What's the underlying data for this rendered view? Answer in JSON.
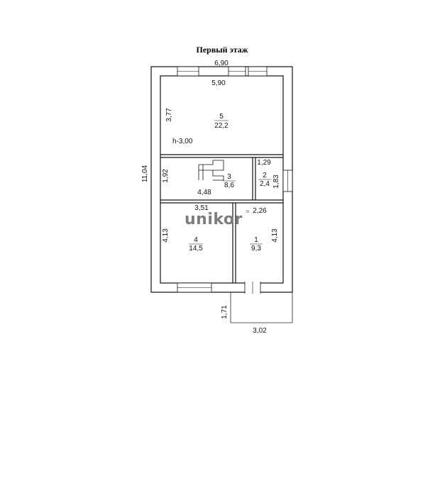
{
  "plan": {
    "title": "Первый этаж",
    "logo": "unikor",
    "ceiling_height": "h-3,00",
    "dimensions": {
      "outer_width_top": "6,90",
      "inner_width_top": "5,90",
      "outer_height_left": "11,04",
      "room5_height": "3,77",
      "room3_height": "1,92",
      "room3_width": "4,48",
      "room2_width": "1,29",
      "room2_height": "1,83",
      "room4_width": "3,51",
      "room4_height": "4,13",
      "room1_width": "2,26",
      "room1_height": "4,13",
      "porch_depth": "1,71",
      "porch_width": "3,02"
    },
    "rooms": [
      {
        "number": "5",
        "area": "22,2"
      },
      {
        "number": "3",
        "area": "8,6"
      },
      {
        "number": "2",
        "area": "2,4"
      },
      {
        "number": "4",
        "area": "14,5"
      },
      {
        "number": "1",
        "area": "9,3"
      }
    ]
  }
}
